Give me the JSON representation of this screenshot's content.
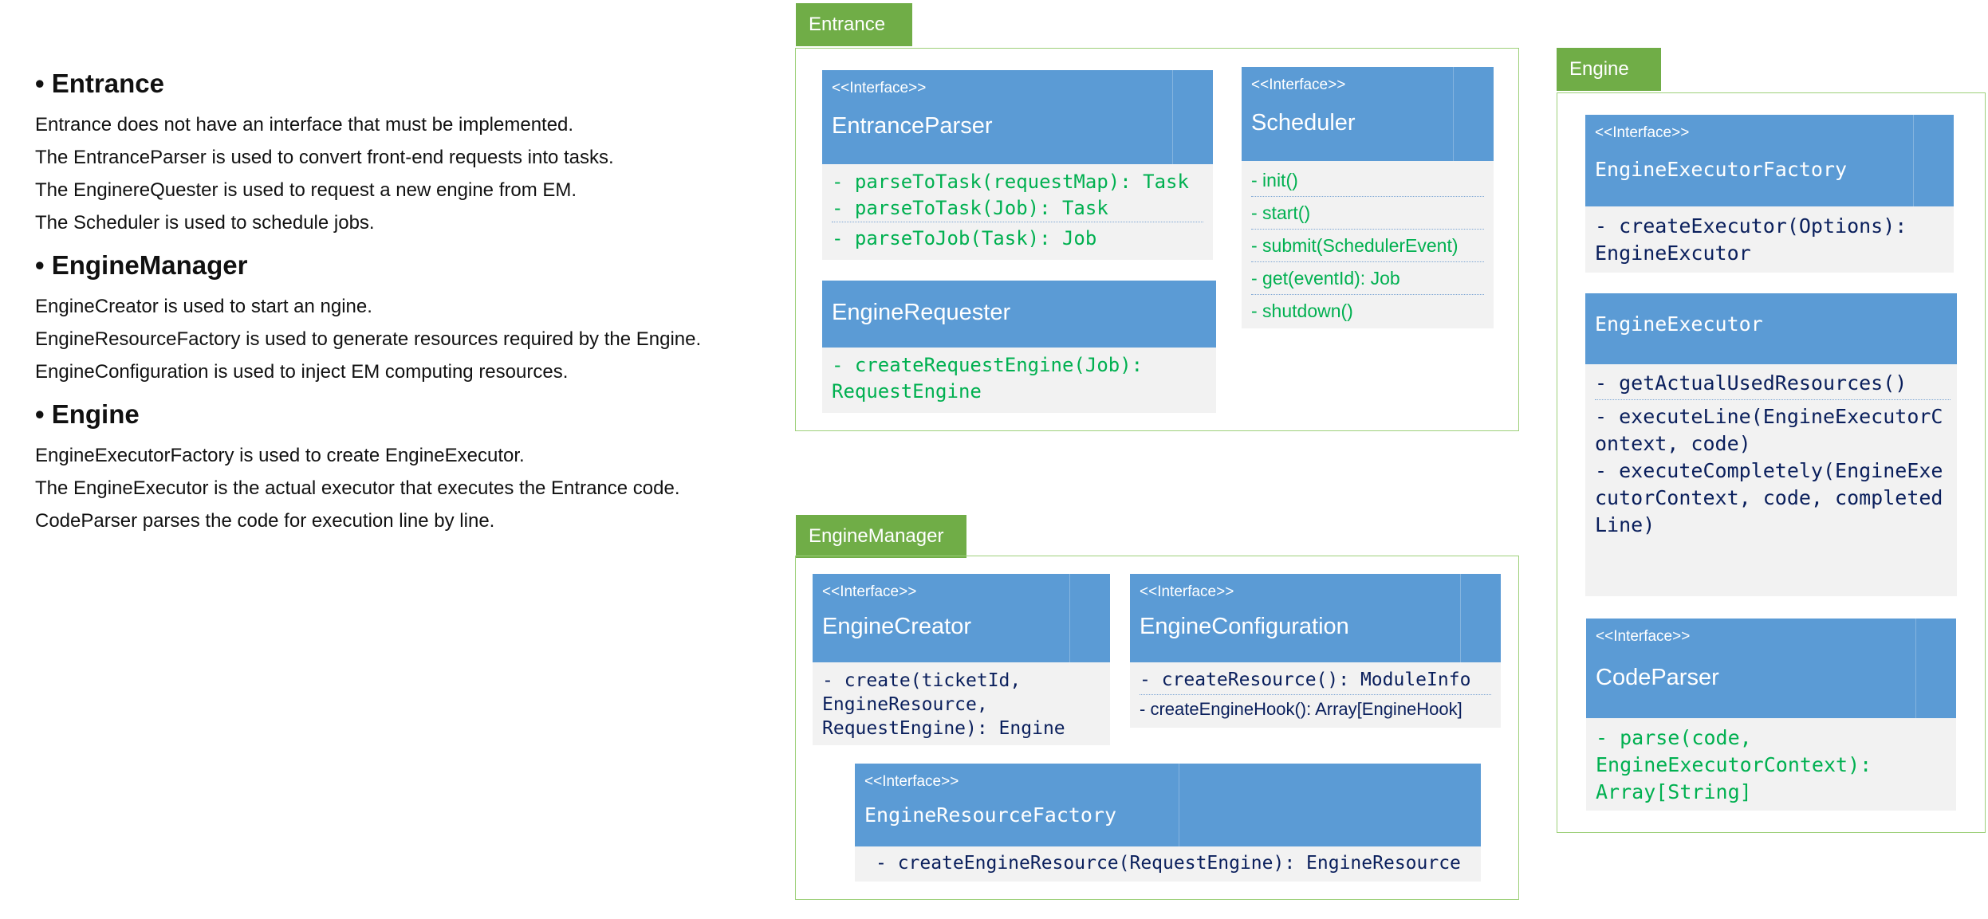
{
  "description": {
    "sections": [
      {
        "title": "• Entrance",
        "lines": [
          "Entrance does not have an interface that must be implemented.",
          "The EntranceParser is used to convert front-end requests into tasks.",
          "The EnginereQuester is used to request a new engine from EM.",
          "The Scheduler is used to schedule jobs."
        ]
      },
      {
        "title": "• EngineManager",
        "lines": [
          "EngineCreator is used to start an ngine.",
          "EngineResourceFactory is used to generate resources required by the Engine.",
          "EngineConfiguration is used to inject EM computing resources."
        ]
      },
      {
        "title": "• Engine",
        "lines": [
          "EngineExecutorFactory is used to create EngineExecutor.",
          "The EngineExecutor is the actual executor that executes the Entrance code.",
          "CodeParser parses the code for execution line by line."
        ]
      }
    ]
  },
  "packages": {
    "entrance": {
      "label": "Entrance"
    },
    "engine_manager": {
      "label": "EngineManager"
    },
    "engine": {
      "label": "Engine"
    }
  },
  "classes": {
    "entrance_parser": {
      "stereotype": "<<Interface>>",
      "name": "EntranceParser",
      "ops": [
        "- parseToTask(requestMap): Task",
        "- parseToTask(Job): Task",
        "- parseToJob(Task): Job"
      ]
    },
    "scheduler": {
      "stereotype": "<<Interface>>",
      "name": "Scheduler",
      "ops": [
        "- init()",
        "- start()",
        "- submit(SchedulerEvent)",
        "- get(eventId): Job",
        "- shutdown()"
      ]
    },
    "engine_requester": {
      "name": "EngineRequester",
      "ops": [
        "- createRequestEngine(Job): RequestEngine"
      ]
    },
    "engine_creator": {
      "stereotype": "<<Interface>>",
      "name": "EngineCreator",
      "ops": [
        "- create(ticketId, EngineResource, RequestEngine): Engine"
      ]
    },
    "engine_configuration": {
      "stereotype": "<<Interface>>",
      "name": "EngineConfiguration",
      "ops": [
        "- createResource(): ModuleInfo",
        "- createEngineHook(): Array[EngineHook]"
      ]
    },
    "engine_resource_factory": {
      "stereotype": "<<Interface>>",
      "name": "EngineResourceFactory",
      "ops": [
        "- createEngineResource(RequestEngine): EngineResource"
      ]
    },
    "engine_executor_factory": {
      "stereotype": "<<Interface>>",
      "name": "EngineExecutorFactory",
      "ops": [
        "- createExecutor(Options): EngineExcutor"
      ]
    },
    "engine_executor": {
      "name": "EngineExecutor",
      "ops": [
        "- getActualUsedResources()",
        "- executeLine(EngineExecutorContext, code)",
        "- executeCompletely(EngineExecutorContext, code, completedLine)"
      ]
    },
    "code_parser": {
      "stereotype": "<<Interface>>",
      "name": "CodeParser",
      "ops": [
        "- parse(code, EngineExecutorContext): Array[String]"
      ]
    }
  },
  "colors": {
    "package_tab": "#70ad47",
    "package_border": "#9ed07a",
    "class_header": "#5b9bd5",
    "class_body": "#f2f2f2",
    "op_green": "#00b050",
    "op_navy": "#0a1f5c"
  }
}
